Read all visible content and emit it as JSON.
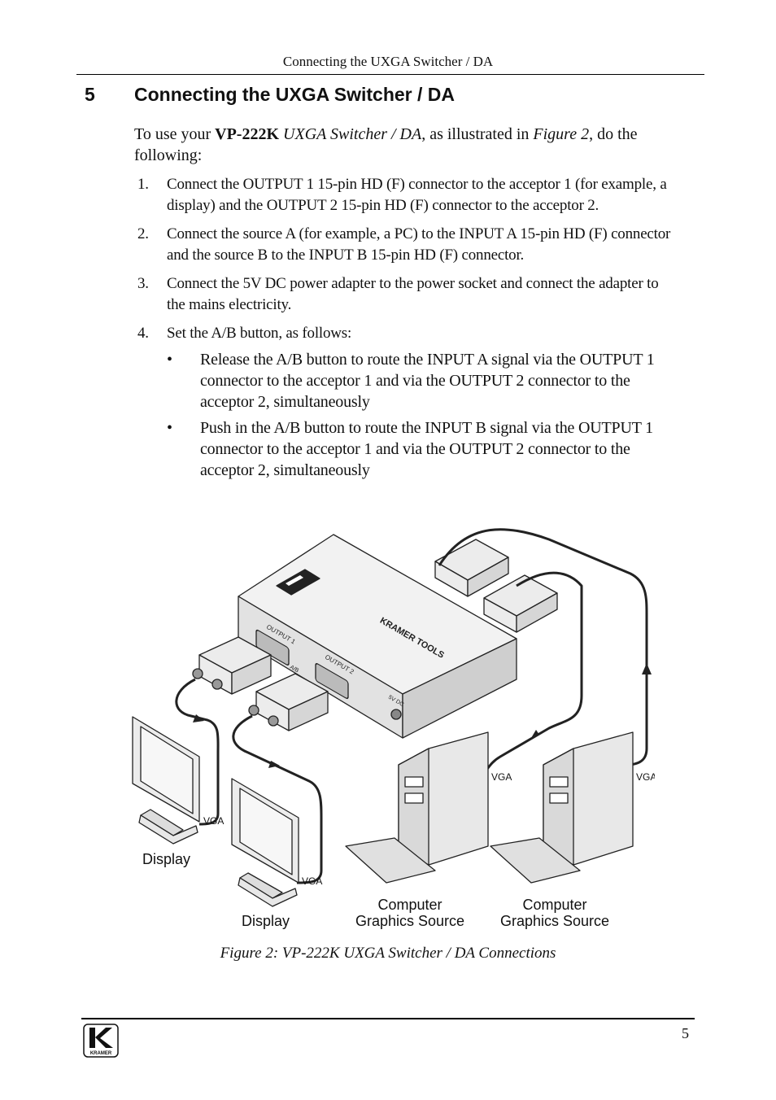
{
  "running_header": "Connecting the UXGA Switcher / DA",
  "section": {
    "number": "5",
    "title": "Connecting the UXGA Switcher / DA"
  },
  "intro": {
    "prefix": "To use your ",
    "model": "VP-222K",
    "product": " UXGA Switcher / DA",
    "middle": ", as illustrated in ",
    "figure_ref": "Figure 2",
    "suffix": ", do the following:"
  },
  "steps": [
    {
      "number": "1.",
      "text": "Connect the OUTPUT 1 15-pin HD (F) connector to the acceptor 1 (for example, a display) and the OUTPUT 2 15-pin HD (F) connector to the acceptor 2."
    },
    {
      "number": "2.",
      "text": "Connect the source A (for example, a PC) to the INPUT A 15-pin HD (F) connector and the source B to the INPUT B 15-pin HD (F) connector."
    },
    {
      "number": "3.",
      "text": "Connect the 5V DC power adapter to the power socket and connect the adapter to the mains electricity."
    },
    {
      "number": "4.",
      "text": "Set the A/B button, as follows:"
    }
  ],
  "bullets": [
    {
      "symbol": "•",
      "text": "Release the A/B button to route the INPUT A signal via the OUTPUT 1 connector to the acceptor 1 and via the OUTPUT 2 connector to the acceptor 2, simultaneously"
    },
    {
      "symbol": "•",
      "text": "Push in the A/B button to route the INPUT B signal via the OUTPUT 1 connector to the acceptor 1 and via the OUTPUT 2 connector to the acceptor 2, simultaneously"
    }
  ],
  "figure": {
    "device_brand": "KRAMER TOOLS",
    "output1_label": "OUTPUT 1",
    "output2_label": "OUTPUT 2",
    "power_label": "5V DC",
    "ab_label": "A/B",
    "vga_label": "VGA",
    "display_label": "Display",
    "source_label_line1": "Computer",
    "source_label_line2": "Graphics Source"
  },
  "caption": "Figure 2: VP-222K UXGA Switcher / DA Connections",
  "footer": {
    "logo_text": "KRAMER",
    "page_number": "5"
  },
  "colors": {
    "text": "#111111",
    "line": "#222222",
    "device_fill": "#e6e6e6",
    "screen_fill": "#f4f4f4"
  }
}
